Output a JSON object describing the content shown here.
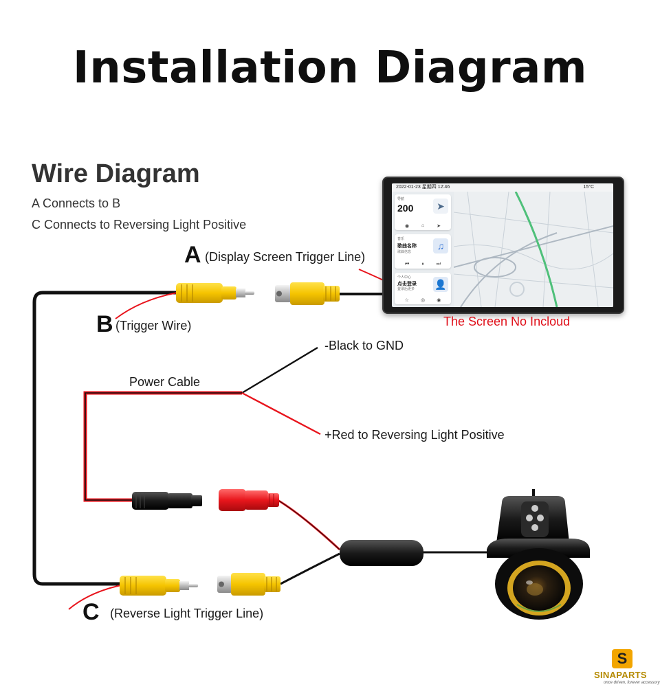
{
  "title": "Installation Diagram",
  "wire_diagram": {
    "heading": "Wire Diagram",
    "notes": [
      "A Connects to B",
      "C Connects to Reversing Light Positive"
    ]
  },
  "labels": {
    "a_letter": "A",
    "a_text": "(Display Screen Trigger Line)",
    "b_letter": "B",
    "b_text": "(Trigger Wire)",
    "c_letter": "C",
    "c_text": "(Reverse Light Trigger Line)",
    "power_cable": "Power Cable",
    "black_gnd": "-Black to GND",
    "red_positive": "+Red to Reversing Light Positive",
    "screen_note": "The Screen No Incloud"
  },
  "screen": {
    "status_time": "2022-01-23  星期四  12:46",
    "status_temp": "15°C",
    "nav_card": {
      "small": "导航",
      "value": "200"
    },
    "music_card": {
      "small": "音乐",
      "title": "歌曲名称",
      "sub": "歌曲信息"
    },
    "account_card": {
      "small": "个人中心",
      "title": "点击登录",
      "sub": "登录后更多"
    }
  },
  "colors": {
    "wire_black": "#111111",
    "wire_red": "#e8141c",
    "rca_yellow": "#f5c400",
    "dc_red": "#e8161c",
    "screen_note": "#e0101a",
    "brand": "#f2a500"
  },
  "logo": {
    "mark": "S",
    "brand": "SINAPARTS",
    "tagline": "once driven, forever accessory"
  }
}
